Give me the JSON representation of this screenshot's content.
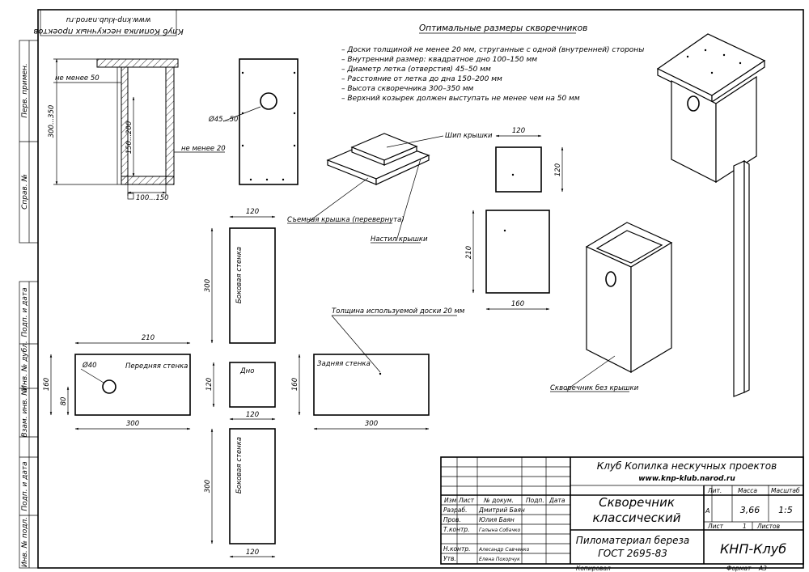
{
  "side_stamp": {
    "labels": [
      "Перв. примен.",
      "Справ. №",
      "Подп. и дата",
      "Инв. № дубл.",
      "Взам. инв. №",
      "Подп. и дата",
      "Инв. № подл."
    ]
  },
  "corner_stamp": {
    "line1": "Клуб Копилка нескучных проектов",
    "line2": "www.knp-klub.narod.ru"
  },
  "spec": {
    "title": "Оптимальные размеры скворечников",
    "items": [
      "– Доски толщиной не менее 20 мм, струганные с одной (внутренней) стороны",
      "– Внутренний размер: квадратное дно 100–150 мм",
      "– Диаметр летка (отверстия) 45–50 мм",
      "– Расстояние от летка до дна 150–200 мм",
      "– Высота скворечника 300–350 мм",
      "– Верхний козырек должен выступать не менее чем на 50 мм"
    ]
  },
  "section_view": {
    "dim_top": "не менее 50",
    "dim_height": "300...350",
    "dim_hole": "150...200",
    "dim_wall": "не менее 20",
    "dim_bottom": "100...150"
  },
  "front_detail": {
    "hole_dim": "Ø45...50"
  },
  "roof": {
    "label_spike": "Шип крышки",
    "label_roof": "Съемная крышка (перевернута)",
    "label_deck": "Настил крышки"
  },
  "spike_part": {
    "w": "120",
    "h": "120"
  },
  "deck_part": {
    "w": "160",
    "h": "210"
  },
  "side_wall_1": {
    "label": "Боковая стенка",
    "w": "120",
    "h": "300"
  },
  "side_wall_2": {
    "label": "Боковая стенка",
    "w": "120",
    "h": "300"
  },
  "front_wall": {
    "label": "Передняя стенка",
    "w": "210",
    "h": "160",
    "hole": "Ø40",
    "hole_h": "80",
    "w_bottom": "300"
  },
  "bottom_part": {
    "label": "Дно",
    "w": "120",
    "h": "120"
  },
  "back_wall": {
    "label": "Задняя стенка",
    "w": "300",
    "h": "160",
    "note": "Толщина используемой доски 20 мм"
  },
  "box_label": "Скворечник без крышки",
  "title_block": {
    "org_line1": "Клуб Копилка нескучных проектов",
    "org_line2": "www.knp-klub.narod.ru",
    "name_line1": "Скворечник",
    "name_line2": "классический",
    "material_line1": "Пиломатериал береза",
    "material_line2": "ГОСТ 2695-83",
    "company": "КНП-Клуб",
    "col_izm": "Изм",
    "col_list": "Лист",
    "col_doc": "№ докум.",
    "col_sign": "Подп.",
    "col_date": "Дата",
    "role_razrab": "Разраб.",
    "role_prov": "Пров.",
    "role_tkontr": "Т.контр.",
    "role_nkontr": "Н.контр.",
    "role_utv": "Утв.",
    "name_razrab": "Дмитрий Баян",
    "name_prov": "Юлия Баян",
    "name_tkontr": "Галына Собачко",
    "name_nkontr": "Алесандр Савченко",
    "name_utv": "Елена Похорчук",
    "hdr_lit": "Лит.",
    "hdr_mass": "Масса",
    "hdr_scale": "Масштаб",
    "lit_value": "А",
    "mass_value": "3,66",
    "scale_value": "1:5",
    "sheet_label": "Лист",
    "sheet_value": "1",
    "sheets_label": "Листов",
    "copied_label": "Копировал",
    "format_label": "Формат",
    "format_value": "А3"
  }
}
